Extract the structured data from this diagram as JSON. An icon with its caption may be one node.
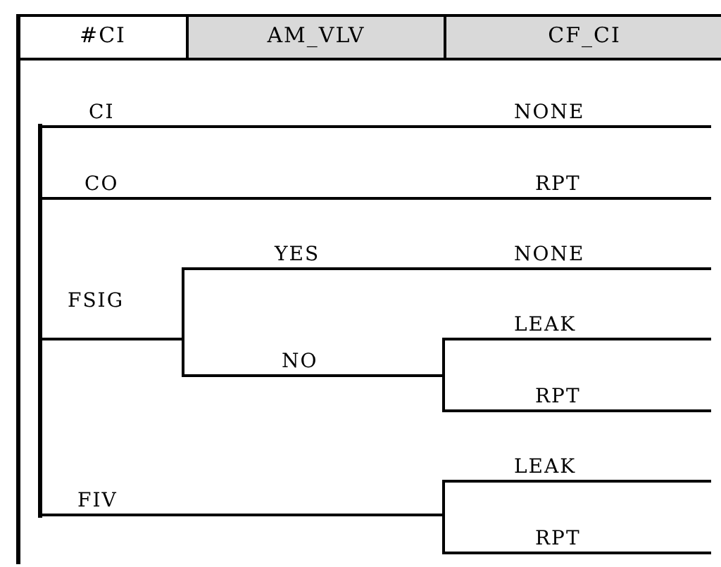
{
  "diagram": {
    "nodes": [
      {
        "text": [
          "#CI"
        ]
      },
      {
        "text": [
          "AM_VLV"
        ]
      },
      {
        "text": [
          "CF_CI"
        ]
      },
      {
        "text": [
          "CI"
        ]
      },
      {
        "text": [
          "NONE"
        ]
      },
      {
        "text": [
          "CO"
        ]
      },
      {
        "text": [
          "RPT"
        ]
      },
      {
        "text": [
          "YES"
        ]
      },
      {
        "text": [
          "NONE"
        ]
      },
      {
        "text": [
          "FSIG"
        ]
      },
      {
        "text": [
          "LEAK"
        ]
      },
      {
        "text": [
          "NO"
        ]
      },
      {
        "text": [
          "RPT"
        ]
      },
      {
        "text": [
          "LEAK"
        ]
      },
      {
        "text": [
          "FIV"
        ]
      },
      {
        "text": [
          "RPT"
        ]
      },
      {
        "text": [],
        "shape": "bar"
      }
    ],
    "edges": [
      {
        "from": 16,
        "to": 3,
        "arrow": "none"
      },
      {
        "from": 16,
        "to": 5,
        "arrow": "none"
      },
      {
        "from": 16,
        "to": 9,
        "arrow": "none"
      },
      {
        "from": 16,
        "to": 14,
        "arrow": "none"
      },
      {
        "from": 3,
        "to": 4,
        "arrow": "none"
      },
      {
        "from": 5,
        "to": 6,
        "arrow": "none"
      },
      {
        "from": 9,
        "to": 7,
        "arrow": "none"
      },
      {
        "from": 9,
        "to": 11,
        "arrow": "none"
      },
      {
        "from": 7,
        "to": 8,
        "arrow": "none"
      },
      {
        "from": 11,
        "to": 10,
        "arrow": "none"
      },
      {
        "from": 11,
        "to": 12,
        "arrow": "none"
      },
      {
        "from": 14,
        "to": 13,
        "arrow": "none"
      },
      {
        "from": 14,
        "to": 15,
        "arrow": "none"
      }
    ]
  }
}
